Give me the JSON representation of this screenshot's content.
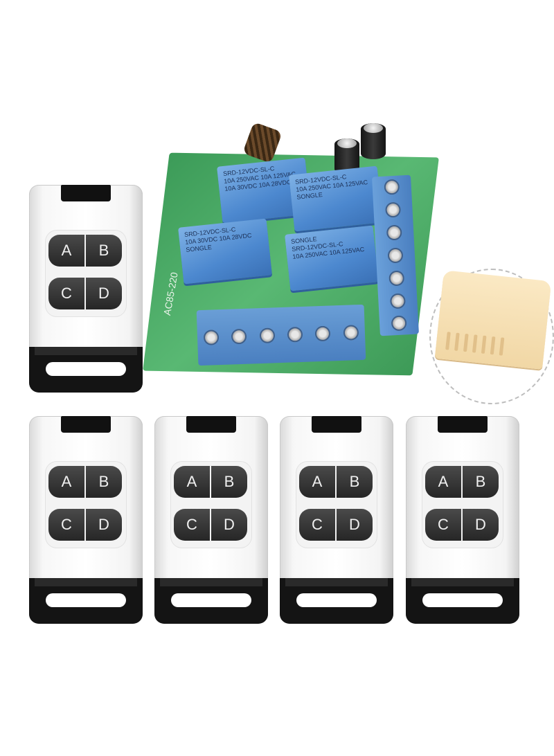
{
  "remotes": [
    {
      "a": "A",
      "b": "B",
      "c": "C",
      "d": "D"
    },
    {
      "a": "A",
      "b": "B",
      "c": "C",
      "d": "D"
    },
    {
      "a": "A",
      "b": "B",
      "c": "C",
      "d": "D"
    },
    {
      "a": "A",
      "b": "B",
      "c": "C",
      "d": "D"
    },
    {
      "a": "A",
      "b": "B",
      "c": "C",
      "d": "D"
    }
  ],
  "board": {
    "relay_text": [
      "SRD-12VDC-SL-C",
      "10A 250VAC 10A 125VAC",
      "10A 30VDC 10A 28VDC",
      "SONGLE"
    ],
    "pcb_label": "AC85-220"
  },
  "colors": {
    "remote_button": "#333333",
    "relay_blue": "#4c88cf",
    "pcb_green": "#4fae69",
    "case_beige": "#f6e0b5"
  }
}
